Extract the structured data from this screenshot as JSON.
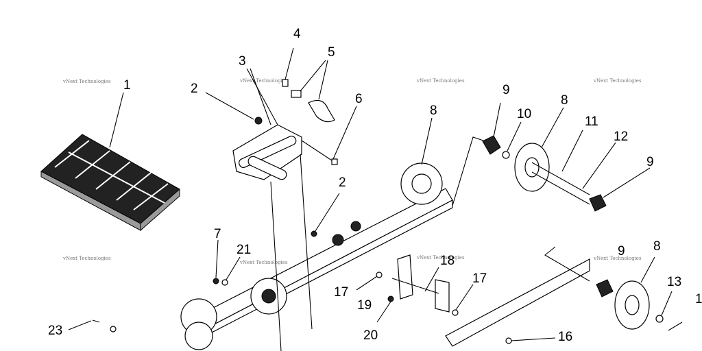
{
  "diagram": {
    "watermark_text": "vNext Technologies",
    "callouts": [
      {
        "id": "c1a",
        "label": "1"
      },
      {
        "id": "c2a",
        "label": "2"
      },
      {
        "id": "c3",
        "label": "3"
      },
      {
        "id": "c4",
        "label": "4"
      },
      {
        "id": "c5",
        "label": "5"
      },
      {
        "id": "c6",
        "label": "6"
      },
      {
        "id": "c8a",
        "label": "8"
      },
      {
        "id": "c9a",
        "label": "9"
      },
      {
        "id": "c10",
        "label": "10"
      },
      {
        "id": "c8b",
        "label": "8"
      },
      {
        "id": "c11",
        "label": "11"
      },
      {
        "id": "c12",
        "label": "12"
      },
      {
        "id": "c9b",
        "label": "9"
      },
      {
        "id": "c2b",
        "label": "2"
      },
      {
        "id": "c7",
        "label": "7"
      },
      {
        "id": "c21",
        "label": "21"
      },
      {
        "id": "c18",
        "label": "18"
      },
      {
        "id": "c17a",
        "label": "17"
      },
      {
        "id": "c17b",
        "label": "17"
      },
      {
        "id": "c19",
        "label": "19"
      },
      {
        "id": "c9c",
        "label": "9"
      },
      {
        "id": "c8c",
        "label": "8"
      },
      {
        "id": "c13",
        "label": "13"
      },
      {
        "id": "c1b",
        "label": "1"
      },
      {
        "id": "c20",
        "label": "20"
      },
      {
        "id": "c16",
        "label": "16"
      },
      {
        "id": "c23",
        "label": "23"
      }
    ]
  }
}
